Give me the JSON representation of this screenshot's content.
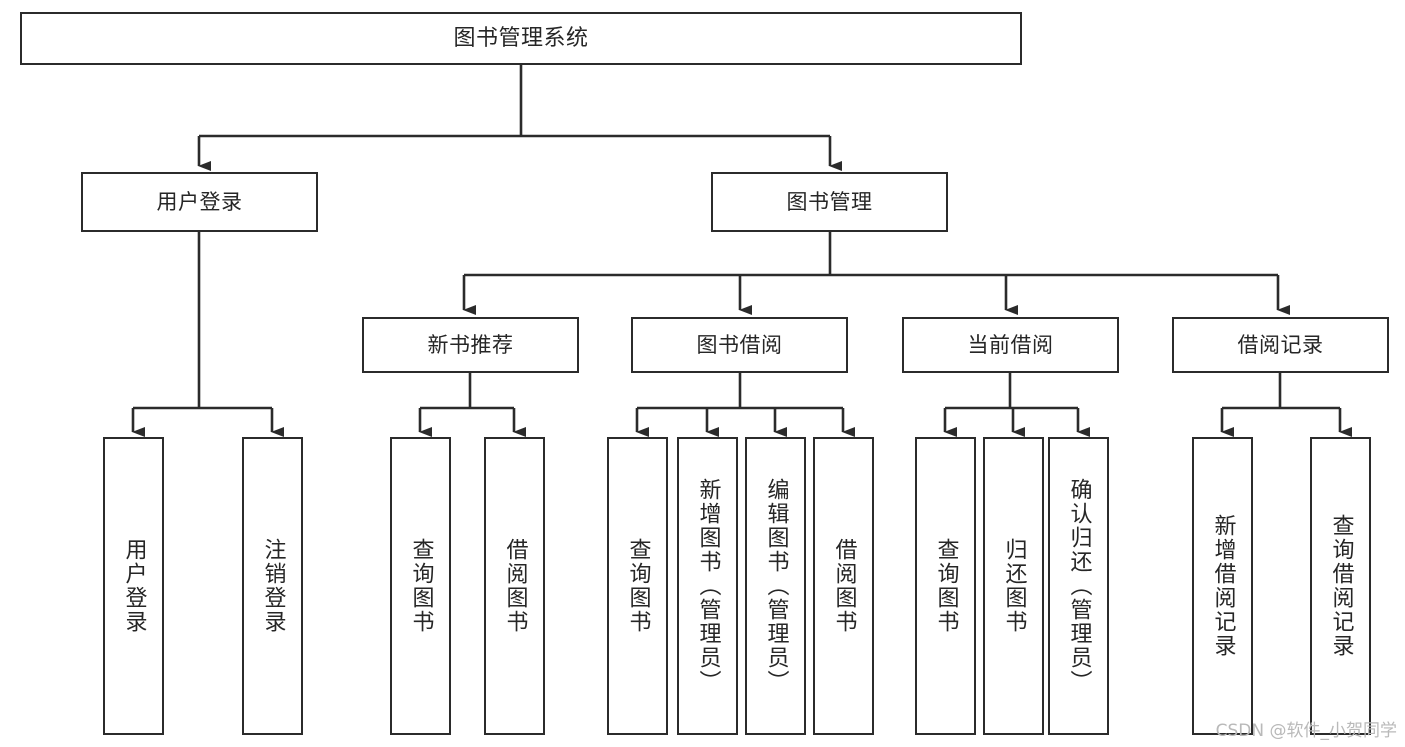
{
  "diagram": {
    "title": "图书管理系统",
    "type": "tree-hierarchy-diagram",
    "watermark": "CSDN @软件_小贺同学",
    "colors": {
      "stroke": "#2b2b2b",
      "fill": "#ffffff",
      "text": "#262626",
      "watermark": "#b9b9b9"
    },
    "nodes": {
      "root": {
        "label": "图书管理系统"
      },
      "level2": [
        {
          "id": "user-login",
          "label": "用户登录"
        },
        {
          "id": "book-management",
          "label": "图书管理"
        }
      ],
      "level3": [
        {
          "id": "new-book-recommend",
          "label": "新书推荐"
        },
        {
          "id": "book-borrow",
          "label": "图书借阅"
        },
        {
          "id": "current-borrow",
          "label": "当前借阅"
        },
        {
          "id": "borrow-record",
          "label": "借阅记录"
        }
      ],
      "leaves": {
        "user_login": [
          {
            "id": "leaf-user-login",
            "label": "用户登录"
          },
          {
            "id": "leaf-logout-login",
            "label": "注销登录"
          }
        ],
        "new_book_recommend": [
          {
            "id": "leaf-query-book-1",
            "label": "查询图书"
          },
          {
            "id": "leaf-borrow-book-1",
            "label": "借阅图书"
          }
        ],
        "book_borrow": [
          {
            "id": "leaf-query-book-2",
            "label": "查询图书"
          },
          {
            "id": "leaf-add-book",
            "label": "新增图书（管理员）"
          },
          {
            "id": "leaf-edit-book",
            "label": "编辑图书（管理员）"
          },
          {
            "id": "leaf-borrow-book-2",
            "label": "借阅图书"
          }
        ],
        "current_borrow": [
          {
            "id": "leaf-query-book-3",
            "label": "查询图书"
          },
          {
            "id": "leaf-return-book",
            "label": "归还图书"
          },
          {
            "id": "leaf-confirm-return",
            "label": "确认归还（管理员）"
          }
        ],
        "borrow_record": [
          {
            "id": "leaf-add-record",
            "label": "新增借阅记录"
          },
          {
            "id": "leaf-query-record",
            "label": "查询借阅记录"
          }
        ]
      }
    }
  }
}
